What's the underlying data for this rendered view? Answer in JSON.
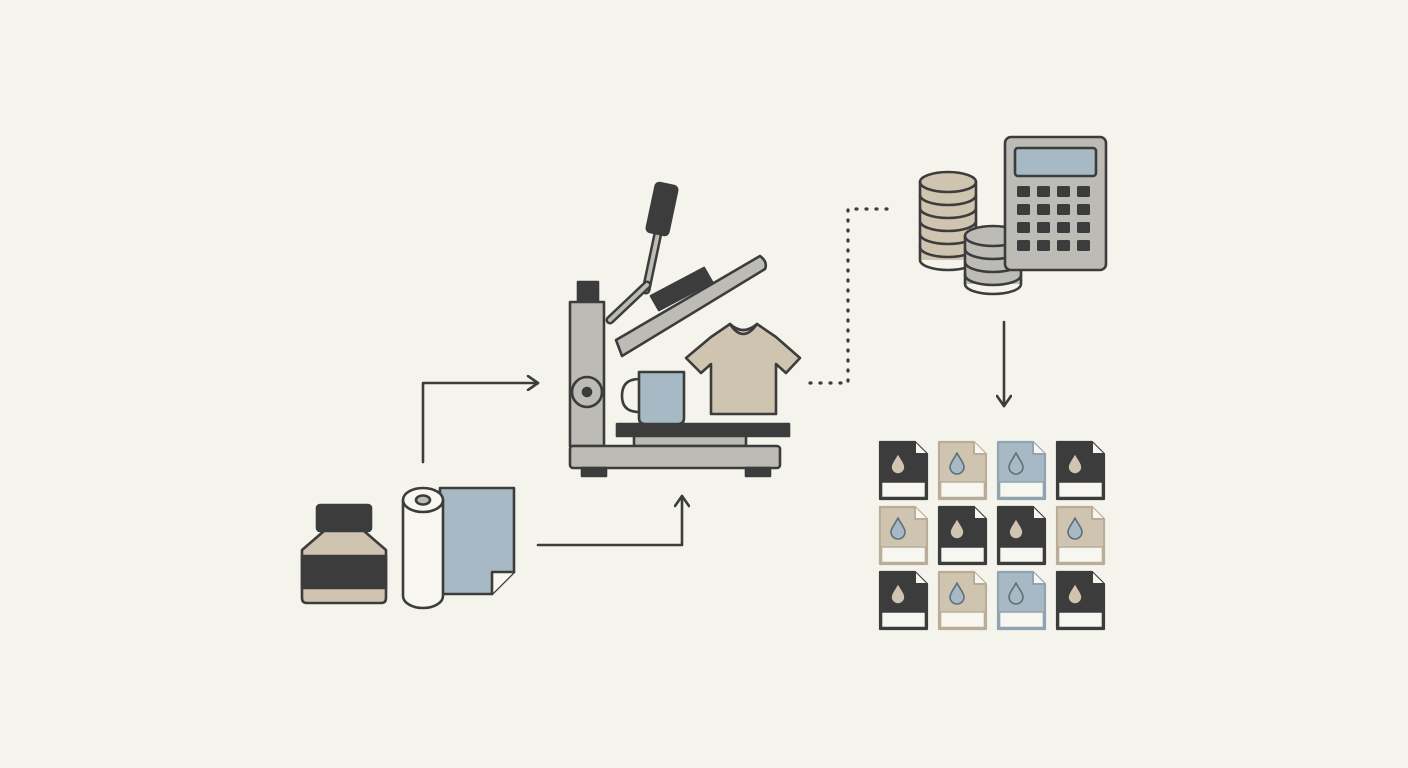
{
  "colors": {
    "background": "#f5f4ec",
    "outline": "#3c3c3c",
    "dark": "#3c3c3c",
    "gray": "#bdbbb5",
    "beige": "#cfc4b0",
    "blue": "#a7b9c4",
    "white": "#f7f6f0"
  },
  "icons": {
    "ink_bottle": "ink-bottle-icon",
    "paper_roll": "transfer-paper-roll-icon",
    "heat_press": "heat-press-icon",
    "mug": "mug-icon",
    "tshirt": "t-shirt-icon",
    "coins": "coin-stack-icon",
    "calculator": "calculator-icon",
    "ink_file": "ink-file-icon"
  },
  "file_grid": {
    "rows": [
      [
        "dark",
        "beige",
        "blue",
        "dark"
      ],
      [
        "beige",
        "dark",
        "dark",
        "beige"
      ],
      [
        "dark",
        "beige",
        "blue",
        "dark"
      ]
    ]
  }
}
